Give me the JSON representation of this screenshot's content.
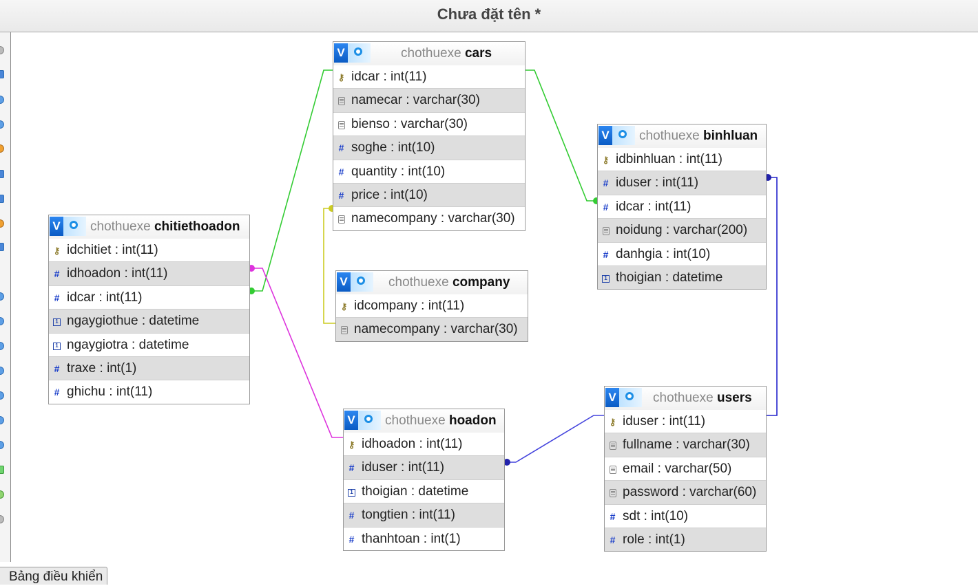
{
  "window": {
    "title": "Chưa đặt tên *"
  },
  "bottom_tab": {
    "label": "Bảng điều khiển"
  },
  "colors": {
    "green": "#33cc33",
    "magenta": "#dd33dd",
    "yellow": "#cccc22",
    "blue": "#3333cc"
  },
  "tables": {
    "cars": {
      "db": "chothuexe",
      "name": "cars",
      "fields": [
        {
          "label": "idcar : int(11)",
          "icon": "key"
        },
        {
          "label": "namecar : varchar(30)",
          "icon": "text"
        },
        {
          "label": "bienso : varchar(30)",
          "icon": "text"
        },
        {
          "label": "soghe : int(10)",
          "icon": "number"
        },
        {
          "label": "quantity : int(10)",
          "icon": "number"
        },
        {
          "label": "price : int(10)",
          "icon": "number"
        },
        {
          "label": "namecompany : varchar(30)",
          "icon": "text"
        }
      ]
    },
    "binhluan": {
      "db": "chothuexe",
      "name": "binhluan",
      "fields": [
        {
          "label": "idbinhluan : int(11)",
          "icon": "key"
        },
        {
          "label": "iduser : int(11)",
          "icon": "number"
        },
        {
          "label": "idcar : int(11)",
          "icon": "number"
        },
        {
          "label": "noidung : varchar(200)",
          "icon": "text"
        },
        {
          "label": "danhgia : int(10)",
          "icon": "number"
        },
        {
          "label": "thoigian : datetime",
          "icon": "date"
        }
      ]
    },
    "chitiethoadon": {
      "db": "chothuexe",
      "name": "chitiethoadon",
      "fields": [
        {
          "label": "idchitiet : int(11)",
          "icon": "key"
        },
        {
          "label": "idhoadon : int(11)",
          "icon": "number"
        },
        {
          "label": "idcar : int(11)",
          "icon": "number"
        },
        {
          "label": "ngaygiothue : datetime",
          "icon": "date"
        },
        {
          "label": "ngaygiotra : datetime",
          "icon": "date"
        },
        {
          "label": "traxe : int(1)",
          "icon": "number"
        },
        {
          "label": "ghichu : int(11)",
          "icon": "number"
        }
      ]
    },
    "company": {
      "db": "chothuexe",
      "name": "company",
      "fields": [
        {
          "label": "idcompany : int(11)",
          "icon": "key"
        },
        {
          "label": "namecompany : varchar(30)",
          "icon": "text"
        }
      ]
    },
    "hoadon": {
      "db": "chothuexe",
      "name": "hoadon",
      "fields": [
        {
          "label": "idhoadon : int(11)",
          "icon": "key"
        },
        {
          "label": "iduser : int(11)",
          "icon": "number"
        },
        {
          "label": "thoigian : datetime",
          "icon": "date"
        },
        {
          "label": "tongtien : int(11)",
          "icon": "number"
        },
        {
          "label": "thanhtoan : int(1)",
          "icon": "number"
        }
      ]
    },
    "users": {
      "db": "chothuexe",
      "name": "users",
      "fields": [
        {
          "label": "iduser : int(11)",
          "icon": "key"
        },
        {
          "label": "fullname : varchar(30)",
          "icon": "text"
        },
        {
          "label": "email : varchar(50)",
          "icon": "text"
        },
        {
          "label": "password : varchar(60)",
          "icon": "text"
        },
        {
          "label": "sdt : int(10)",
          "icon": "number"
        },
        {
          "label": "role : int(1)",
          "icon": "number"
        }
      ]
    }
  }
}
